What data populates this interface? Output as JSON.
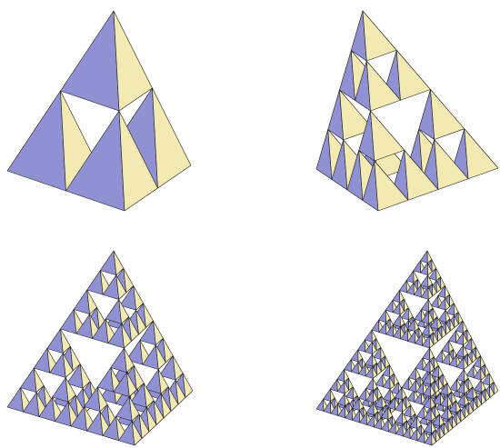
{
  "figure": {
    "panels": [
      {
        "depth": 1
      },
      {
        "depth": 2
      },
      {
        "depth": 3
      },
      {
        "depth": 4
      }
    ]
  },
  "colors": {
    "background": "#ffffff",
    "face_left": "#8f91d3",
    "face_right": "#f3eab3",
    "stroke": "#1a1a1a"
  }
}
